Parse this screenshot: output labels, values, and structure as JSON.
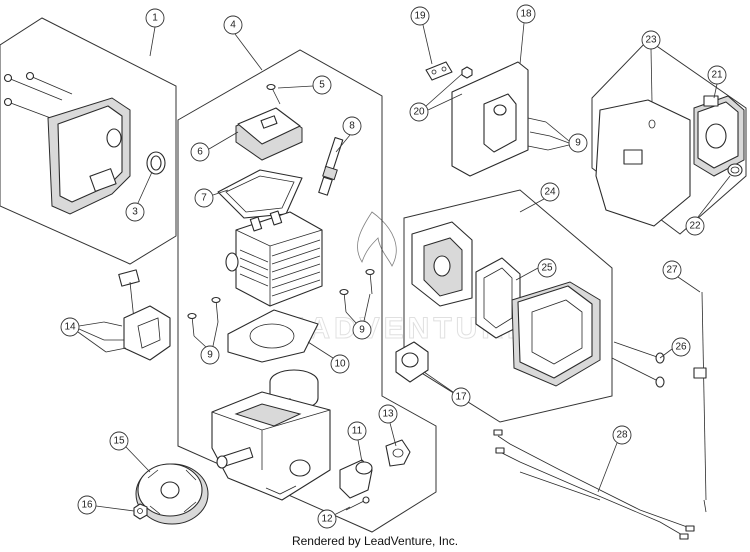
{
  "callouts": [
    "1",
    "4",
    "5",
    "8",
    "6",
    "7",
    "3",
    "19",
    "18",
    "23",
    "21",
    "20",
    "9",
    "22",
    "24",
    "25",
    "27",
    "9",
    "14",
    "9",
    "10",
    "26",
    "17",
    "13",
    "11",
    "15",
    "28",
    "16",
    "12"
  ],
  "watermark": "LEADVENTURE",
  "footer": "Rendered by LeadVenture, Inc."
}
